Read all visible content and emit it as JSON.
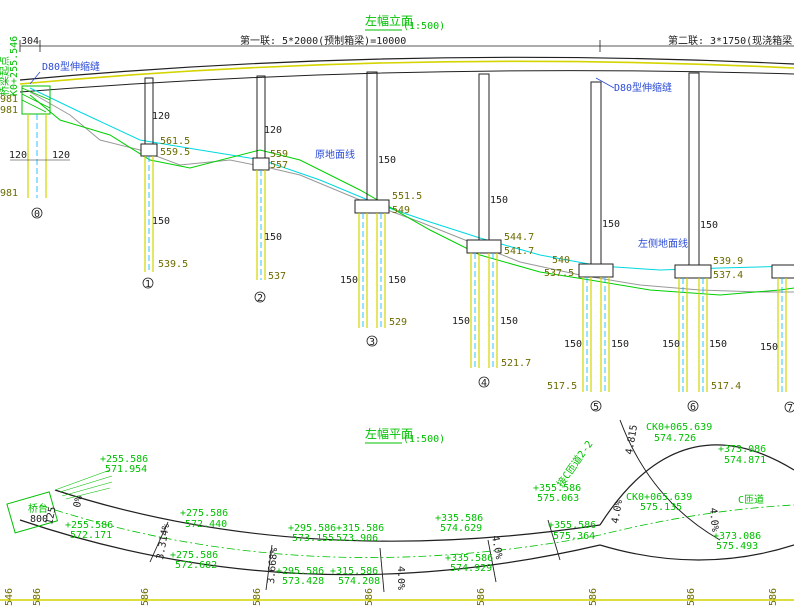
{
  "elevation": {
    "title": "左幅立面",
    "scale": "(1:500)",
    "span_label_1": "第一联: 5*2000(预制箱梁)=10000",
    "span_label_2": "第二联: 3*1750(现浇箱梁)=5",
    "left_top_dim": "304",
    "left_station": "K0+255.546",
    "left_station_prefix": "桥梁起点",
    "joint_left": "D80型伸缩缝",
    "joint_right": "D80型伸缩缝",
    "ground_label_1": "原地面线",
    "ground_label_2": "左侧地面线",
    "abutment": {
      "label": "0",
      "dim_left": "120",
      "dim_right": "120",
      "elev_1": "981",
      "elev_2": "981",
      "elev_3": "981"
    },
    "piers": [
      {
        "id": "1",
        "cap_dim": "120",
        "pile_dim": "150",
        "top1": "561.5",
        "top2": "559.5",
        "bottom": "539.5"
      },
      {
        "id": "2",
        "cap_dim": "120",
        "pile_dim": "150",
        "top1": "559",
        "top2": "557",
        "bottom": "537"
      },
      {
        "id": "3",
        "cap_dim": "150",
        "pile_dim_left": "150",
        "pile_dim_right": "150",
        "top1": "551.5",
        "top2": "549",
        "bottom": "529"
      },
      {
        "id": "4",
        "cap_dim": "150",
        "pile_dim_left": "150",
        "pile_dim_right": "150",
        "top1": "544.7",
        "top2": "541.7",
        "bottom": "521.7"
      },
      {
        "id": "5",
        "cap_dim": "150",
        "pile_dim_left": "150",
        "pile_dim_right": "150",
        "top0": "540",
        "top1": "537.5",
        "bottom": "517.5"
      },
      {
        "id": "6",
        "cap_dim": "150",
        "pile_dim_left": "150",
        "pile_dim_right": "150",
        "top1": "539.9",
        "top2": "537.4",
        "bottom": "517.4"
      },
      {
        "id": "7",
        "pile_dim_left": "150"
      }
    ]
  },
  "plan": {
    "title": "左幅平面",
    "scale": "(1:500)",
    "labels": [
      {
        "sta": "+255.586",
        "elev": "571.954"
      },
      {
        "sta": "+255.586",
        "elev": "572.171"
      },
      {
        "sta": "+275.586",
        "elev": "572.440"
      },
      {
        "sta": "+275.586",
        "elev": "572.682"
      },
      {
        "sta": "+295.586",
        "elev": "573.155"
      },
      {
        "sta": "+315.586",
        "elev": "573.906"
      },
      {
        "sta": "+295.586",
        "elev": "573.428"
      },
      {
        "sta": "+315.586",
        "elev": "574.208"
      },
      {
        "sta": "+335.586",
        "elev": "574.629"
      },
      {
        "sta": "+335.586",
        "elev": "574.929"
      },
      {
        "sta": "+355.586",
        "elev": "575.063"
      },
      {
        "sta": "+355.586",
        "elev": "575.364"
      },
      {
        "sta": "CK0+065.639",
        "elev": "574.726"
      },
      {
        "sta": "CK0+065.639",
        "elev": "575.135"
      },
      {
        "sta": "+373.086",
        "elev": "574.871"
      },
      {
        "sta": "+373.086",
        "elev": "575.493"
      }
    ],
    "grades": [
      "0%",
      "3.314%",
      "3.668%",
      "4.0%",
      "4.0%",
      "4.0%",
      "4.0%"
    ],
    "ramp_label": "接C匝道2-2",
    "ramp_label_2": "C匝道",
    "dim_4815": "4.815",
    "abut_label": "桥台",
    "abut_dim_1": "800",
    "abut_dim_2": "125",
    "bottom_ticks": [
      "546",
      "586",
      "586",
      "586",
      "586",
      "586",
      "586",
      "586",
      "586"
    ]
  }
}
